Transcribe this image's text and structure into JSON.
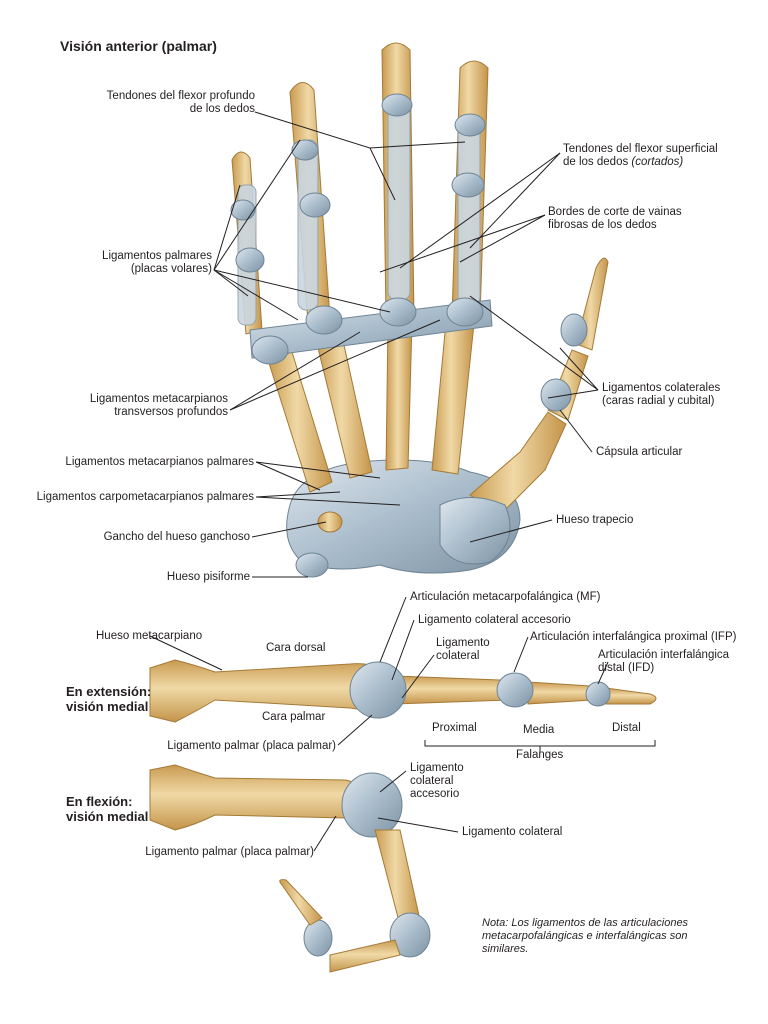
{
  "title": "Visión anterior (palmar)",
  "labels": {
    "flexor_profundo": [
      "Tendones del flexor profundo",
      "de los dedos"
    ],
    "flexor_superficial_1": "Tendones del flexor superficial",
    "flexor_superficial_2": "de los dedos",
    "flexor_superficial_cut": "(cortados)",
    "bordes_corte": [
      "Bordes de corte de vainas",
      "fibrosas de los dedos"
    ],
    "lig_palmares": [
      "Ligamentos palmares",
      "(placas volares)"
    ],
    "lig_colaterales": [
      "Ligamentos colaterales",
      "(caras radial y cubital)"
    ],
    "lig_metacarp_transv": [
      "Ligamentos metacarpianos",
      "transversos profundos"
    ],
    "capsula": "Cápsula articular",
    "lig_metacarp_palmares": "Ligamentos metacarpianos palmares",
    "lig_carpometacarp": "Ligamentos carpometacarpianos palmares",
    "hueso_trapecio": "Hueso trapecio",
    "gancho": "Gancho del hueso ganchoso",
    "pisiforme": "Hueso pisiforme",
    "art_mf": "Articulación metacarpofalángica (MF)",
    "hueso_metacarpiano": "Hueso metacarpiano",
    "lig_col_accesorio": "Ligamento colateral accesorio",
    "lig_colateral_ext": [
      "Ligamento",
      "colateral"
    ],
    "art_ifp": "Articulación interfalángica proximal (IFP)",
    "art_ifd": [
      "Articulación interfalángica",
      "distal (IFD)"
    ],
    "cara_dorsal": "Cara dorsal",
    "cara_palmar": "Cara palmar",
    "extension_view": [
      "En extensión:",
      "visión medial"
    ],
    "proximal": "Proximal",
    "media": "Media",
    "distal": "Distal",
    "falanges": "Falanges",
    "lig_palmar_ext": "Ligamento palmar (placa palmar)",
    "flexion_view": [
      "En flexión:",
      "visión medial"
    ],
    "lig_col_acc_flex": [
      "Ligamento",
      "colateral",
      "accesorio"
    ],
    "lig_colateral_flex": "Ligamento colateral",
    "lig_palmar_flex": "Ligamento palmar (placa palmar)",
    "note": [
      "Nota: Los ligamentos de las articulaciones",
      "metacarpofalángicas e interfalángicas son",
      "similares."
    ]
  },
  "colors": {
    "bone": "#e5c487",
    "bone_dark": "#c79a4e",
    "ligament": "#aebfcc",
    "ligament_dark": "#7f95a6",
    "leader": "#231f20"
  }
}
